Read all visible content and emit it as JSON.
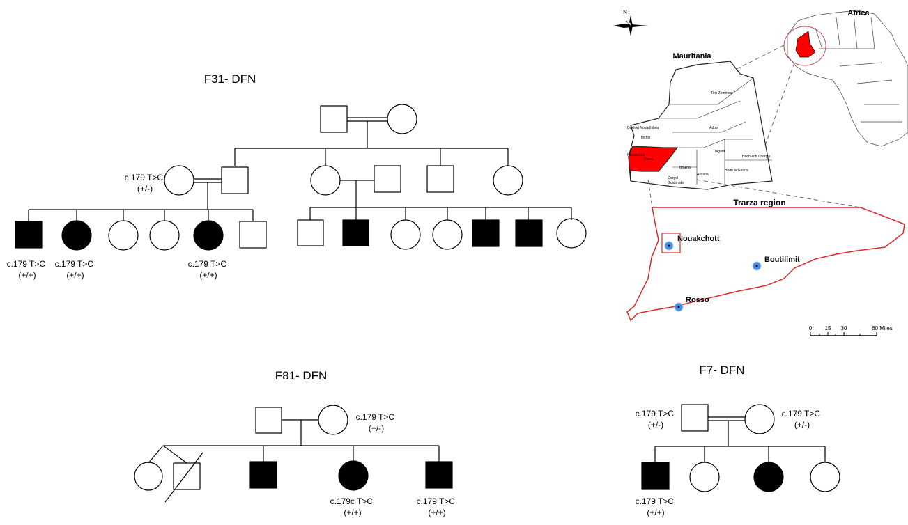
{
  "pedigrees": [
    {
      "id": "F31",
      "title": "F31- DFN",
      "notes": [
        {
          "key": "f31-mother",
          "lines": [
            "c.179 T>C",
            "(+/-)"
          ]
        },
        {
          "key": "f31-c1",
          "lines": [
            "c.179 T>C",
            "(+/+)"
          ]
        },
        {
          "key": "f31-c2",
          "lines": [
            "c.179 T>C",
            "(+/+)"
          ]
        },
        {
          "key": "f31-c5",
          "lines": [
            "c.179 T>C",
            "(+/+)"
          ]
        }
      ]
    },
    {
      "id": "F81",
      "title": "F81- DFN",
      "notes": [
        {
          "key": "f81-mother",
          "lines": [
            "c.179 T>C",
            "(+/-)"
          ]
        },
        {
          "key": "f81-c4",
          "lines": [
            "c.179c T>C",
            "(+/+)"
          ]
        },
        {
          "key": "f81-c5",
          "lines": [
            "c.179 T>C",
            "(+/+)"
          ]
        }
      ]
    },
    {
      "id": "F7",
      "title": "F7- DFN",
      "notes": [
        {
          "key": "f7-father",
          "lines": [
            "c.179 T>C",
            "(+/-)"
          ]
        },
        {
          "key": "f7-mother",
          "lines": [
            "c.179 T>C",
            "(+/-)"
          ]
        },
        {
          "key": "f7-c1",
          "lines": [
            "c.179 T>C",
            "(+/+)"
          ]
        }
      ]
    }
  ],
  "map": {
    "compass": "N",
    "continent": "Africa",
    "country": "Mauritania",
    "region_title": "Trarza region",
    "regions": [
      "Tiris Zemmour",
      "Dakhlet Nouadhibou",
      "Inchiri",
      "Adrar",
      "Tagant",
      "Hodh ech Chargui",
      "Hodh el Gharbi",
      "Brakna",
      "Assaba",
      "Gorgol",
      "Guidimaka",
      "Nouakchott",
      "Trarza"
    ],
    "cities": [
      "Nouakchott",
      "Boutilimit",
      "Rosso"
    ],
    "scale_ticks": [
      "0",
      "15",
      "30",
      "60 Miles"
    ],
    "colors": {
      "highlight": "#ff0000",
      "trarza_outline": "#dd2a2a",
      "city_marker": "#4a90e2"
    }
  }
}
